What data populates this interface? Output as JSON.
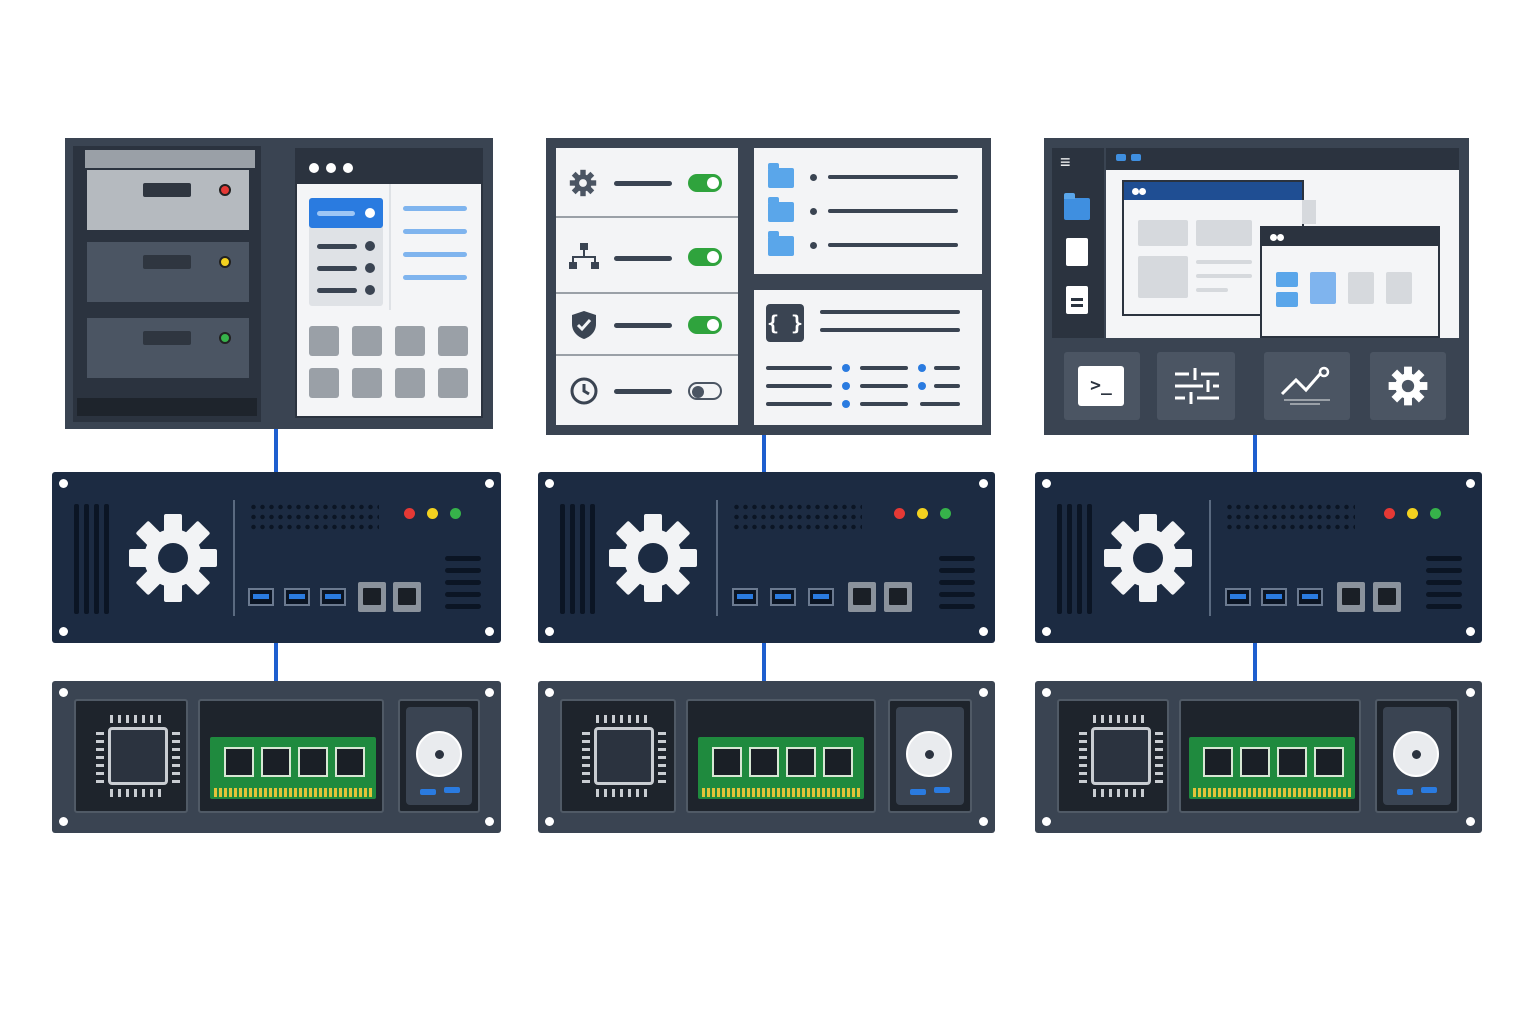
{
  "diagram": {
    "description_visible_text": [],
    "colors": {
      "connector": "#1e5fcf",
      "chassis_dark": "#1c2b42",
      "frame_gray": "#3a4452",
      "accent_blue": "#2a7be0",
      "led_red": "#e53935",
      "led_yellow": "#f4d21f",
      "led_green": "#36b24a",
      "toggle_on": "#2fa33d"
    },
    "stacks": [
      {
        "top_layer": {
          "type": "storage-drawers-and-app-panel",
          "icons": [
            "window-dots-icon",
            "grid-tiles-icon",
            "list-icon"
          ]
        },
        "middle_layer": {
          "type": "server-chassis",
          "icons": [
            "gear-icon",
            "usb-port-icon",
            "ethernet-port-icon"
          ]
        },
        "bottom_layer": {
          "type": "hardware",
          "icons": [
            "cpu-icon",
            "ram-module-icon",
            "hard-drive-icon"
          ]
        }
      },
      {
        "top_layer": {
          "type": "settings-panel",
          "icons": [
            "gear-icon",
            "network-icon",
            "shield-icon",
            "clock-icon",
            "folder-icon",
            "code-braces-icon"
          ],
          "toggles": [
            true,
            true,
            true,
            false
          ],
          "code_glyph": "{ }"
        },
        "middle_layer": {
          "type": "server-chassis",
          "icons": [
            "gear-icon",
            "usb-port-icon",
            "ethernet-port-icon"
          ]
        },
        "bottom_layer": {
          "type": "hardware",
          "icons": [
            "cpu-icon",
            "ram-module-icon",
            "hard-drive-icon"
          ]
        }
      },
      {
        "top_layer": {
          "type": "desktop-workspace",
          "icons": [
            "menu-icon",
            "folder-icon",
            "file-icon",
            "document-icon",
            "terminal-icon",
            "sliders-icon",
            "analytics-icon",
            "gear-icon"
          ],
          "menu_glyph": "≡",
          "terminal_glyph": ">_"
        },
        "middle_layer": {
          "type": "server-chassis",
          "icons": [
            "gear-icon",
            "usb-port-icon",
            "ethernet-port-icon"
          ]
        },
        "bottom_layer": {
          "type": "hardware",
          "icons": [
            "cpu-icon",
            "ram-module-icon",
            "hard-drive-icon"
          ]
        }
      }
    ]
  }
}
